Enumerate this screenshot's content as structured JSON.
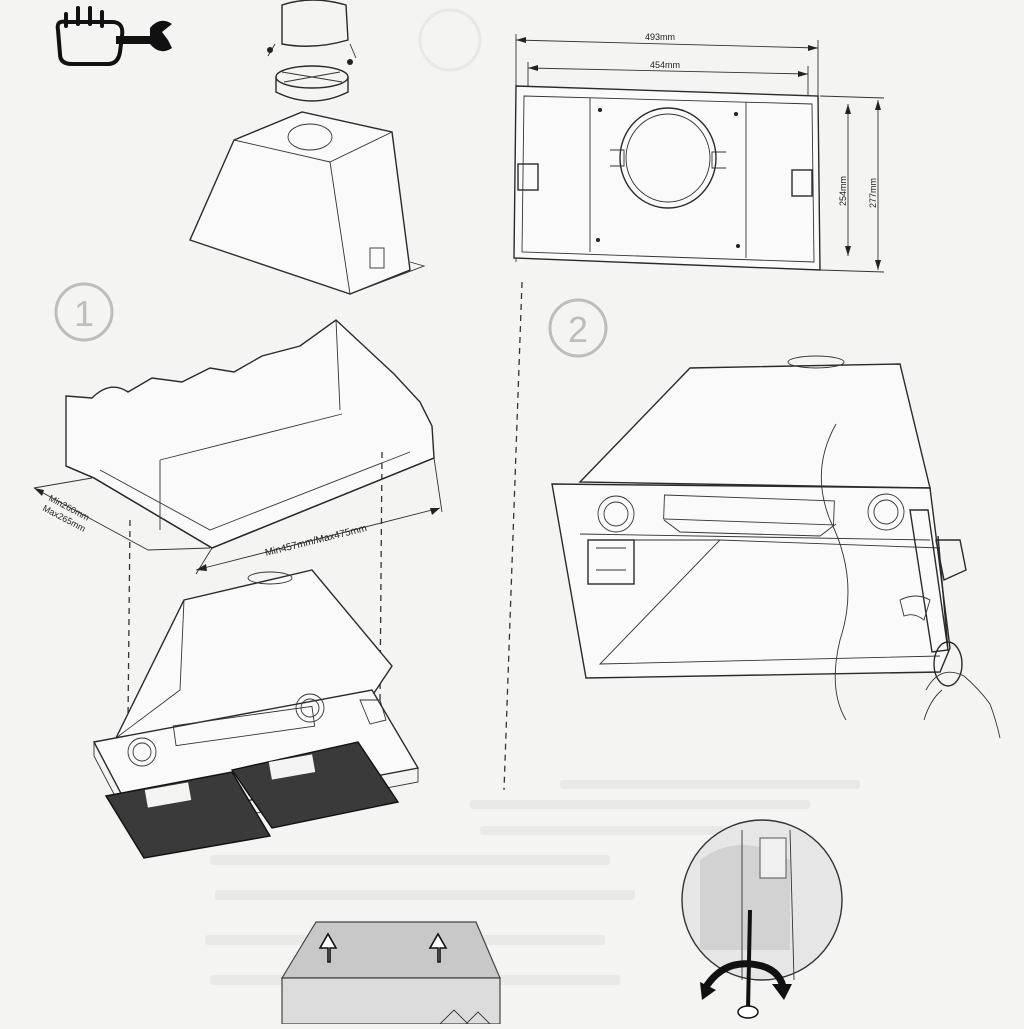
{
  "diagram": {
    "top_drawing": {
      "dimensions": {
        "outer_width": "493mm",
        "inner_width": "454mm",
        "inner_height": "254mm",
        "outer_height": "277mm"
      }
    },
    "step_one": {
      "number": "1",
      "cutout_depth": "Min260mm\nMax265mm",
      "cutout_depth_min": "Min260mm",
      "cutout_depth_max": "Max265mm",
      "cutout_width": "Min457mm/Max475mm"
    },
    "step_two": {
      "number": "2"
    },
    "icons": [
      "hand-icon",
      "wrench-icon",
      "rotate-arrow-icon",
      "up-arrow-icon"
    ]
  }
}
